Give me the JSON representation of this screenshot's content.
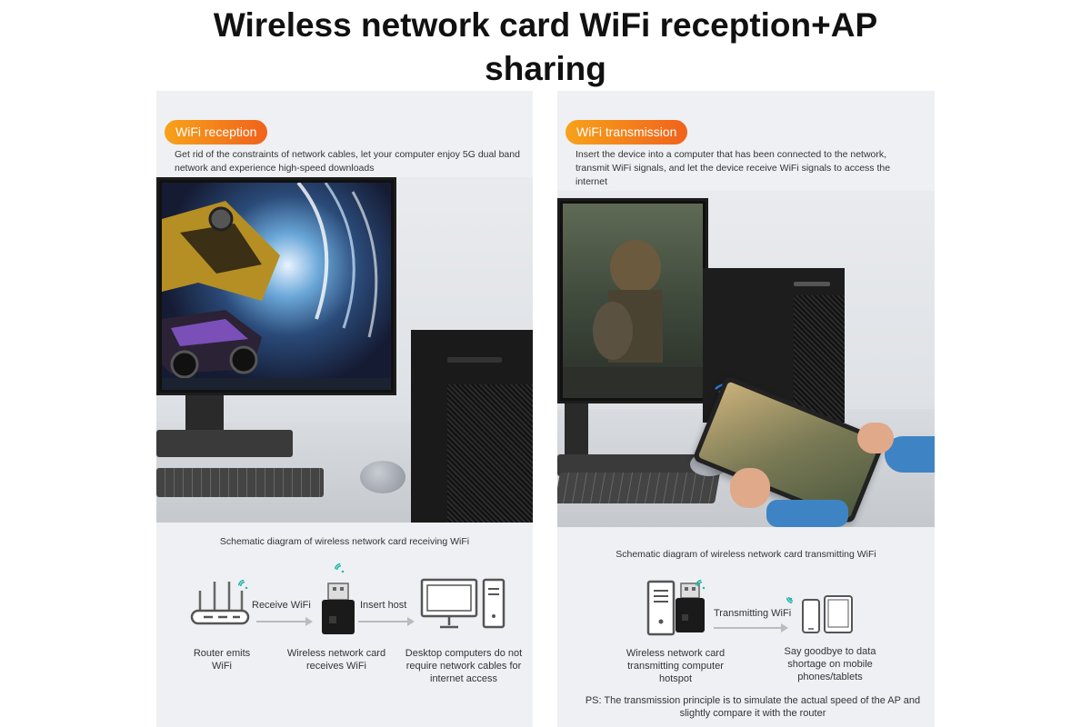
{
  "title": {
    "line1": "Wireless network card WiFi reception+AP",
    "line2": "sharing"
  },
  "left": {
    "badge": "WiFi reception",
    "description": "Get rid of the constraints of network cables, let your computer enjoy 5G dual band network and experience high-speed downloads",
    "schematic_title": "Schematic diagram of wireless network card receiving WiFi",
    "arrow1_label": "Receive WiFi",
    "arrow2_label": "Insert host",
    "router_label": "Router emits WiFi",
    "card_label": "Wireless network card receives WiFi",
    "desktop_label": "Desktop computers do not require network cables for internet access"
  },
  "right": {
    "badge": "WiFi transmission",
    "description": "Insert the device into a computer that has been connected to the network, transmit WiFi signals, and let the device receive WiFi signals to access the internet",
    "schematic_title": "Schematic diagram of wireless network card transmitting WiFi",
    "arrow_label": "Transmitting WiFi",
    "hotspot_label": "Wireless network card transmitting computer hotspot",
    "mobile_label": "Say goodbye to data shortage on mobile phones/tablets",
    "ps_note": "PS: The transmission principle is to simulate the actual speed of the AP and slightly compare it with the router"
  },
  "icons": {
    "wifi": "wifi-icon",
    "router": "router-icon",
    "usb_adapter": "usb-adapter-icon",
    "desktop": "desktop-computer-icon",
    "phone": "phone-icon",
    "tablet": "tablet-icon"
  },
  "colors": {
    "badge_start": "#f7a21b",
    "badge_end": "#f0621c",
    "panel_bg": "#eef0f3"
  }
}
